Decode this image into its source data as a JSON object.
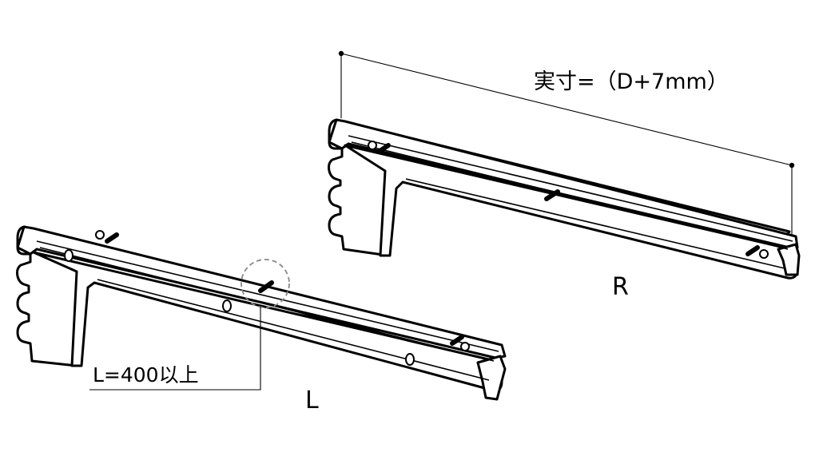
{
  "labels": {
    "actual_dimension": "実寸=（D+7mm）",
    "right_bracket": "R",
    "left_bracket": "L",
    "length_note": "L=400以上"
  },
  "colors": {
    "ink": "#000000",
    "background": "#ffffff",
    "callout_circle": "#888888"
  }
}
